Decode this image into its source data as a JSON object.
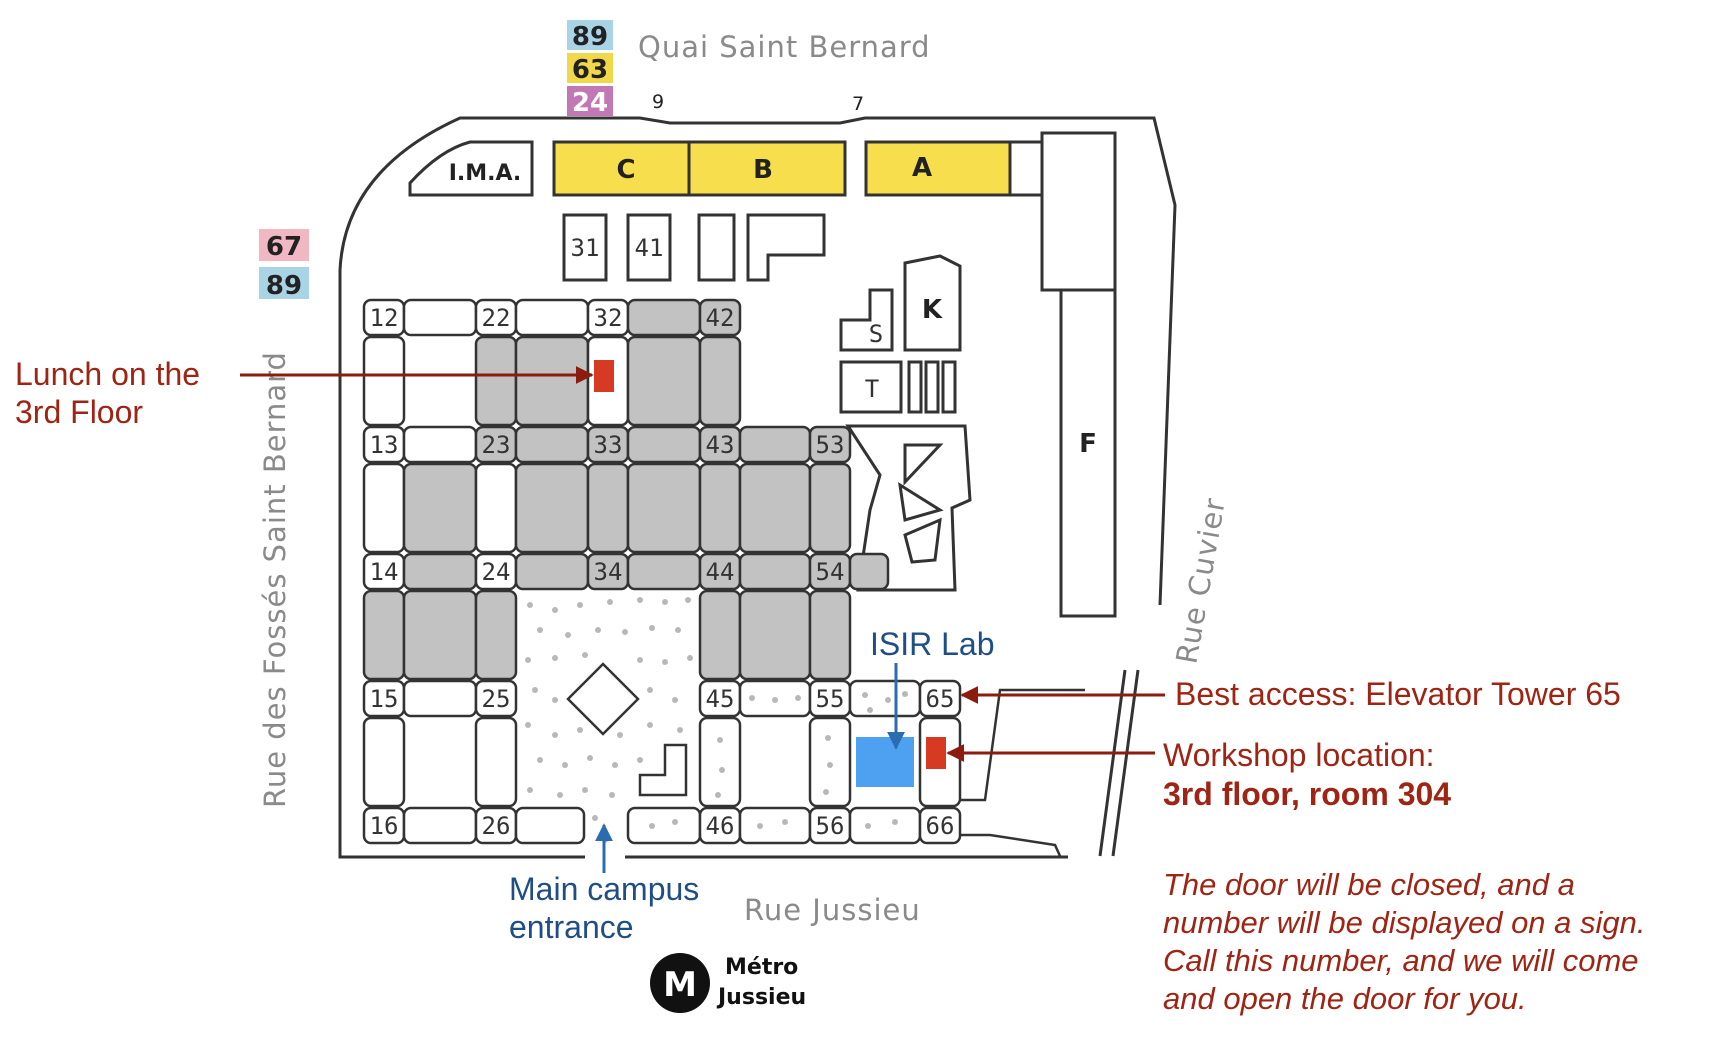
{
  "streets": {
    "north": "Quai Saint Bernard",
    "west": "Rue des Fossés Saint Bernard",
    "east": "Rue Cuvier",
    "south": "Rue Jussieu"
  },
  "bus_lines": {
    "north": [
      {
        "number": "89",
        "color": "#a9d4e6"
      },
      {
        "number": "63",
        "color": "#f0d84a"
      },
      {
        "number": "24",
        "color": "#c278b4"
      }
    ],
    "west": [
      {
        "number": "67",
        "color": "#f1b8c3"
      },
      {
        "number": "89",
        "color": "#a9d4e6"
      }
    ]
  },
  "addresses": {
    "nine": "9",
    "seven": "7"
  },
  "buildings": {
    "ima": "I.M.A.",
    "c": "C",
    "b": "B",
    "a": "A",
    "f": "F",
    "k": "K",
    "s": "S",
    "t": "T",
    "b31": "31",
    "b41": "41",
    "highlight_color": "#f7de4c"
  },
  "towers": {
    "t12": "12",
    "t22": "22",
    "t32": "32",
    "t42": "42",
    "t13": "13",
    "t23": "23",
    "t33": "33",
    "t43": "43",
    "t53": "53",
    "t14": "14",
    "t24": "24",
    "t34": "34",
    "t44": "44",
    "t54": "54",
    "t15": "15",
    "t25": "25",
    "t45": "45",
    "t55": "55",
    "t65": "65",
    "t16": "16",
    "t26": "26",
    "t46": "46",
    "t56": "56",
    "t66": "66"
  },
  "annotations": {
    "lunch_line1": "Lunch on the",
    "lunch_line2": "3rd Floor",
    "isir": "ISIR Lab",
    "best_access": "Best access: Elevator Tower 65",
    "workshop_line1": "Workshop location:",
    "workshop_line2": "3rd floor, room 304",
    "note_line1": "The door will be closed, and a",
    "note_line2": "number will be displayed on a sign.",
    "note_line3": "Call this number, and we will come",
    "note_line4": "and open the door for you.",
    "entrance_line1": "Main campus",
    "entrance_line2": "entrance",
    "red_color": "#9e2414",
    "blue_color": "#1f4e86",
    "marker_red": "#d63a22",
    "marker_blue": "#4da1f0"
  },
  "metro": {
    "symbol": "M",
    "line1": "Métro",
    "line2": "Jussieu"
  }
}
